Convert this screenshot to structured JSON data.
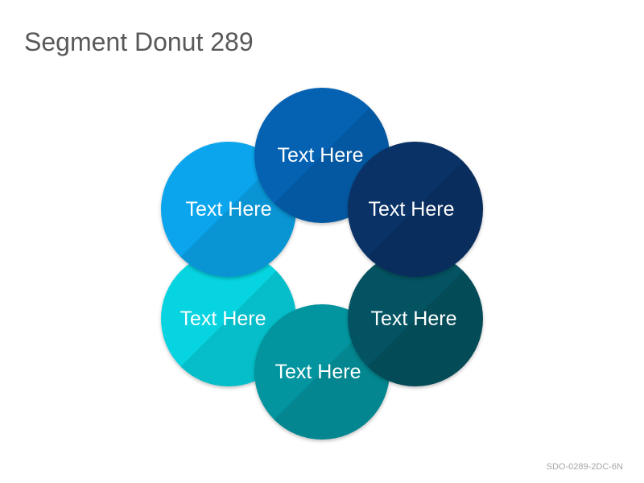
{
  "title": "Segment Donut 289",
  "footer_code": "SDO-0289-2DC-6N",
  "segments": [
    {
      "label": "Text Here",
      "color": "#0562B3"
    },
    {
      "label": "Text Here",
      "color": "#0A3266"
    },
    {
      "label": "Text Here",
      "color": "#045362"
    },
    {
      "label": "Text Here",
      "color": "#03959F"
    },
    {
      "label": "Text Here",
      "color": "#06D4E0"
    },
    {
      "label": "Text Here",
      "color": "#0AA5EC"
    }
  ]
}
